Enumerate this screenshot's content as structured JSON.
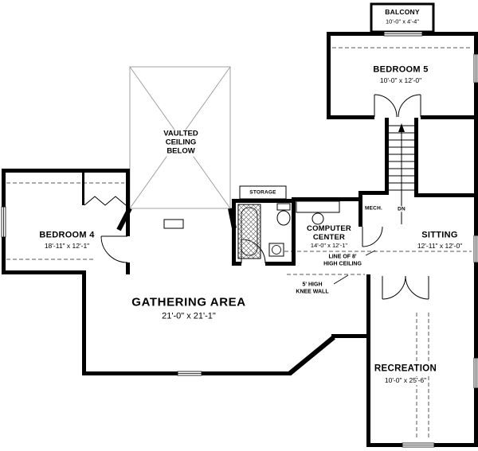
{
  "plan": {
    "background": "#ffffff",
    "wall_color": "#000000",
    "vaulted_line_color": "#a0a0a0",
    "rooms": {
      "balcony": {
        "name": "BALCONY",
        "dims": "10'-0\" x 4'-4\""
      },
      "bedroom5": {
        "name": "BEDROOM 5",
        "dims": "10'-0\" x 12'-0\""
      },
      "bedroom4": {
        "name": "BEDROOM 4",
        "dims": "18'-11\" x 12'-1\""
      },
      "computer": {
        "line1": "COMPUTER",
        "line2": "CENTER",
        "dims": "14'-0\" x 12'-1\""
      },
      "sitting": {
        "name": "SITTING",
        "dims": "12'-11\" x 12'-0\""
      },
      "gathering": {
        "name": "GATHERING AREA",
        "dims": "21'-0\" x 21'-1\""
      },
      "recreation": {
        "name": "RECREATION",
        "dims": "10'-0\" x 25'-6\""
      }
    },
    "labels": {
      "vaulted1": "VAULTED",
      "vaulted2": "CEILING",
      "vaulted3": "BELOW",
      "storage": "STORAGE",
      "mech": "MECH.",
      "down": "DN",
      "ceiling1": "LINE OF 8'",
      "ceiling2": "HIGH CEILING",
      "knee1": "5' HIGH",
      "knee2": "KNEE WALL"
    }
  }
}
